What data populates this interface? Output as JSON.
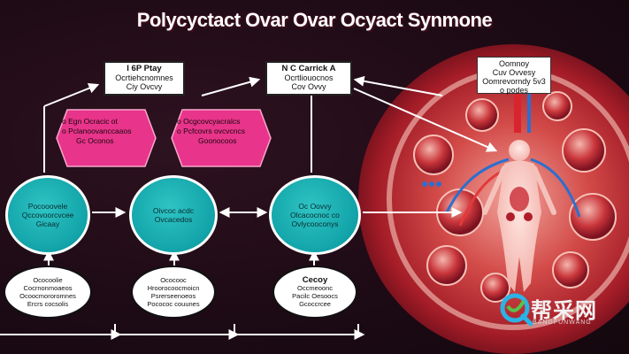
{
  "title": "Polycyctact Ovar Ovar Ocyact Synmone",
  "top_labels": [
    {
      "lines": [
        "I 6P Ptay",
        "Ocrtiehcnomnes",
        "Ciy Ovcvy"
      ]
    },
    {
      "lines": [
        "N C Carrick  A",
        "Ocrtliouocnos",
        "Cov Ovvy"
      ]
    },
    {
      "lines": [
        "Oomnoy",
        "Cuv Ovvesy",
        "Oomrevorndy 5v3",
        "o podes"
      ]
    }
  ],
  "hexagons": [
    {
      "lines": [
        "o  Egn Ocracic ot",
        "o  Pclanoovanccaaos",
        "Gc  Oconos"
      ]
    },
    {
      "lines": [
        "o  Ocgcovcyacralcs",
        "o  Pcfcovrs ovcvcncs",
        "Goonocoos"
      ]
    }
  ],
  "circles": [
    {
      "lines": [
        "Pocooovele",
        "Qccovoorcvcee",
        "Gicaay"
      ]
    },
    {
      "lines": [
        "Oivcoc acdc",
        "Ovcacedos"
      ]
    },
    {
      "lines": [
        "Oc Oovvy",
        "Olcacocnoc co",
        "Ovlycooconys"
      ]
    }
  ],
  "ovals": [
    {
      "lines": [
        "Ococoolie",
        "Cocrnonmoaeos",
        "Ocoocmororomnes",
        "Ercrs cocsolis"
      ]
    },
    {
      "lines": [
        "Ococooc",
        "Hroorocoocmoicn",
        "Psrerseenoeos",
        "Pocococ couunes"
      ]
    },
    {
      "lines": [
        "Cecoy",
        "Occmeoonc",
        "Pacilc Oesoocs",
        "Gcoccrcee"
      ]
    }
  ],
  "logo": {
    "text": "帮采网",
    "sub": "BANGFUNWANG"
  },
  "colors": {
    "background": "#1c0a14",
    "hexagon": "#e8348a",
    "circle": "#11a3a8",
    "organ": "#b3202a",
    "arrow": "#ffffff"
  }
}
